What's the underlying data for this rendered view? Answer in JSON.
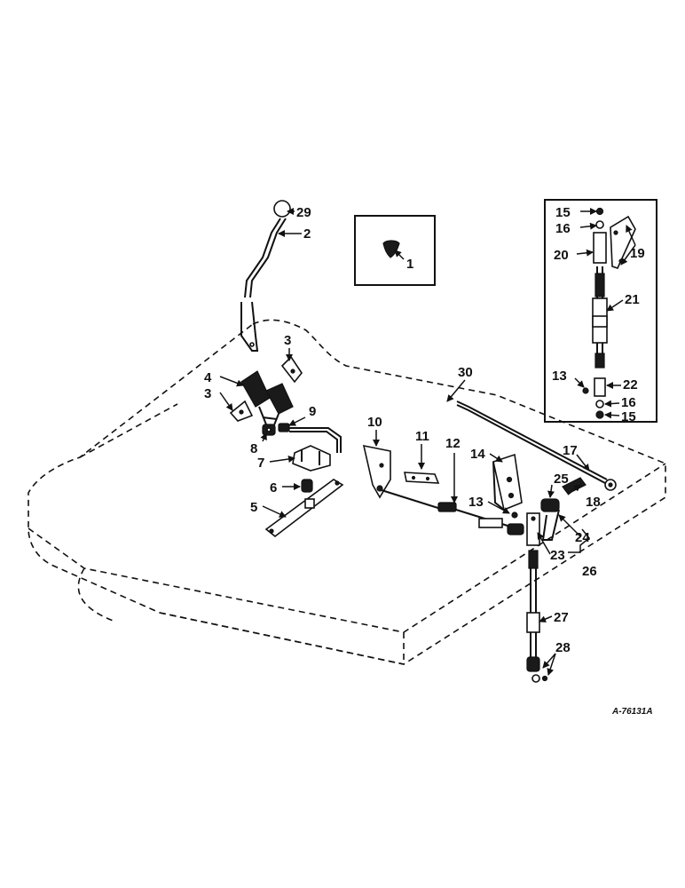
{
  "diagram": {
    "code": "A-76131A",
    "labels": {
      "l1": "1",
      "l2": "2",
      "l3a": "3",
      "l3b": "3",
      "l4": "4",
      "l5": "5",
      "l6": "6",
      "l7": "7",
      "l8": "8",
      "l9": "9",
      "l10": "10",
      "l11": "11",
      "l12": "12",
      "l13a": "13",
      "l13b": "13",
      "l14": "14",
      "l15a": "15",
      "l15b": "15",
      "l16a": "16",
      "l16b": "16",
      "l17": "17",
      "l18": "18",
      "l19": "19",
      "l20": "20",
      "l21": "21",
      "l22": "22",
      "l23": "23",
      "l24": "24",
      "l25": "25",
      "l26": "26",
      "l27": "27",
      "l28": "28",
      "l29": "29",
      "l30": "30"
    }
  }
}
